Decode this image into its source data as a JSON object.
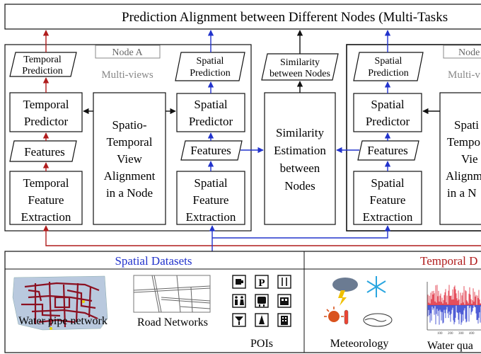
{
  "top_bar": {
    "title": "Prediction Alignment between Different Nodes (Multi-Tasks"
  },
  "node_a": {
    "label": "Node A",
    "multiviews": "Multi-views",
    "temporal_prediction": [
      "Temporal",
      "Prediction"
    ],
    "temporal_predictor": [
      "Temporal",
      "Predictor"
    ],
    "features_left": "Features",
    "temporal_extraction": [
      "Temporal",
      "Feature",
      "Extraction"
    ],
    "alignment": [
      "Spatio-",
      "Temporal",
      "View",
      "Alignment",
      "in a Node"
    ],
    "spatial_prediction": [
      "Spatial",
      "Prediction"
    ],
    "spatial_predictor": [
      "Spatial",
      "Predictor"
    ],
    "features_right": "Features",
    "spatial_extraction": [
      "Spatial",
      "Feature",
      "Extraction"
    ]
  },
  "similarity": {
    "between": [
      "Similarity",
      "between Nodes"
    ],
    "estimation": [
      "Similarity",
      "Estimation",
      "between",
      "Nodes"
    ]
  },
  "node_b": {
    "label": "Node",
    "multiviews": "Multi-v",
    "spatial_prediction": [
      "Spatial",
      "Prediction"
    ],
    "spatial_predictor": [
      "Spatial",
      "Predictor"
    ],
    "features": "Features",
    "spatial_extraction": [
      "Spatial",
      "Feature",
      "Extraction"
    ],
    "alignment": [
      "Spati",
      "Tempo",
      "Vie",
      "Alignm",
      "in a N"
    ]
  },
  "datasets": {
    "spatial_title": "Spatial Datasets",
    "temporal_title": "Temporal D",
    "items": [
      "Water pipe network",
      "Road Networks",
      "POIs",
      "Meteorology",
      "Water qua"
    ]
  },
  "colors": {
    "red": "#b01c1c",
    "blue": "#2233cc",
    "black": "#111111",
    "node_label_grey": "#888888"
  }
}
